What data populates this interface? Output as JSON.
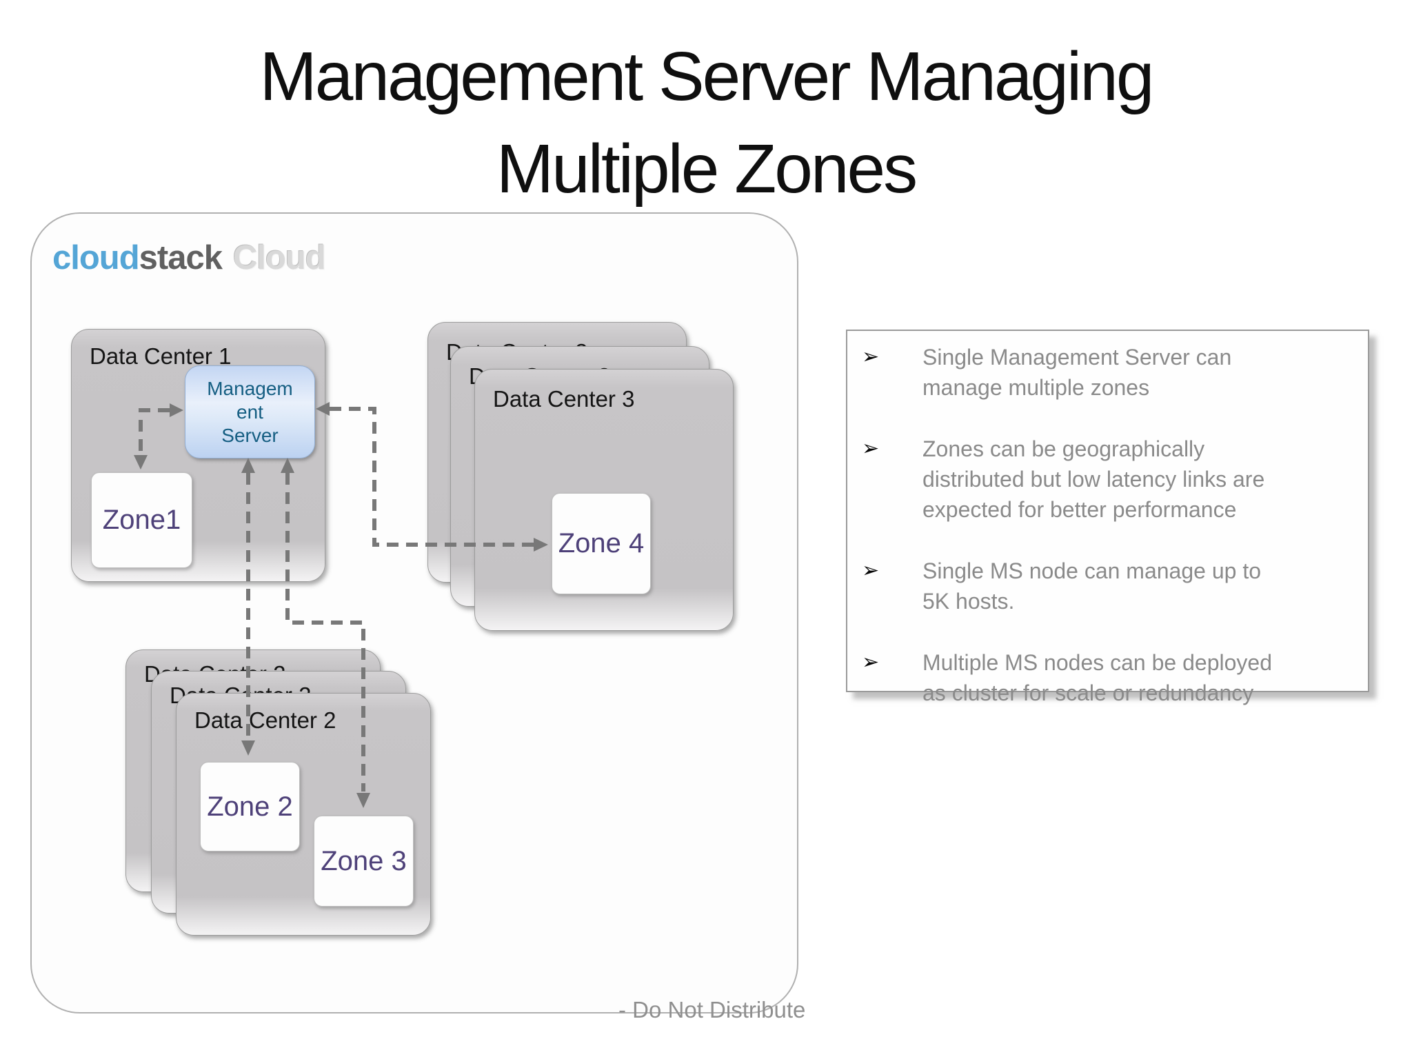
{
  "slide": {
    "title_line1": "Management Server Managing",
    "title_line2": "Multiple Zones",
    "footer": "- Do Not Distribute"
  },
  "logo": {
    "cloud": "cloud",
    "stack": "stack",
    "suffix": "Cloud"
  },
  "diagram": {
    "data_center_1": {
      "label": "Data Center 1",
      "management_server": {
        "line1": "Managem",
        "line2": "ent",
        "line3": "Server"
      },
      "zone": "Zone1"
    },
    "data_center_2": {
      "label": "Data Center 2",
      "zone_a": "Zone 2",
      "zone_b": "Zone 3"
    },
    "data_center_3": {
      "label": "Data Center 3",
      "zone": "Zone 4"
    }
  },
  "bullets": {
    "glyph": "➢",
    "items": [
      {
        "lines": [
          "Single Management Server can",
          "manage multiple zones"
        ]
      },
      {
        "lines": [
          "Zones can be geographically",
          "distributed but low latency links are",
          "expected for better performance"
        ]
      },
      {
        "lines": [
          "Single MS node can manage up to",
          "5K hosts."
        ]
      },
      {
        "lines": [
          "Multiple MS nodes can be deployed",
          "as cluster for scale or redundancy"
        ]
      }
    ]
  },
  "colors": {
    "logo_blue": "#54a5d6",
    "logo_gray": "#606060",
    "zone_text_purple": "#4e4179",
    "management_server_text": "#155e82",
    "management_server_fill": "#cfdff7",
    "data_center_fill": "#c5c3c5",
    "bullet_text_gray": "#8a8a8a",
    "arrow_gray": "#787878"
  }
}
